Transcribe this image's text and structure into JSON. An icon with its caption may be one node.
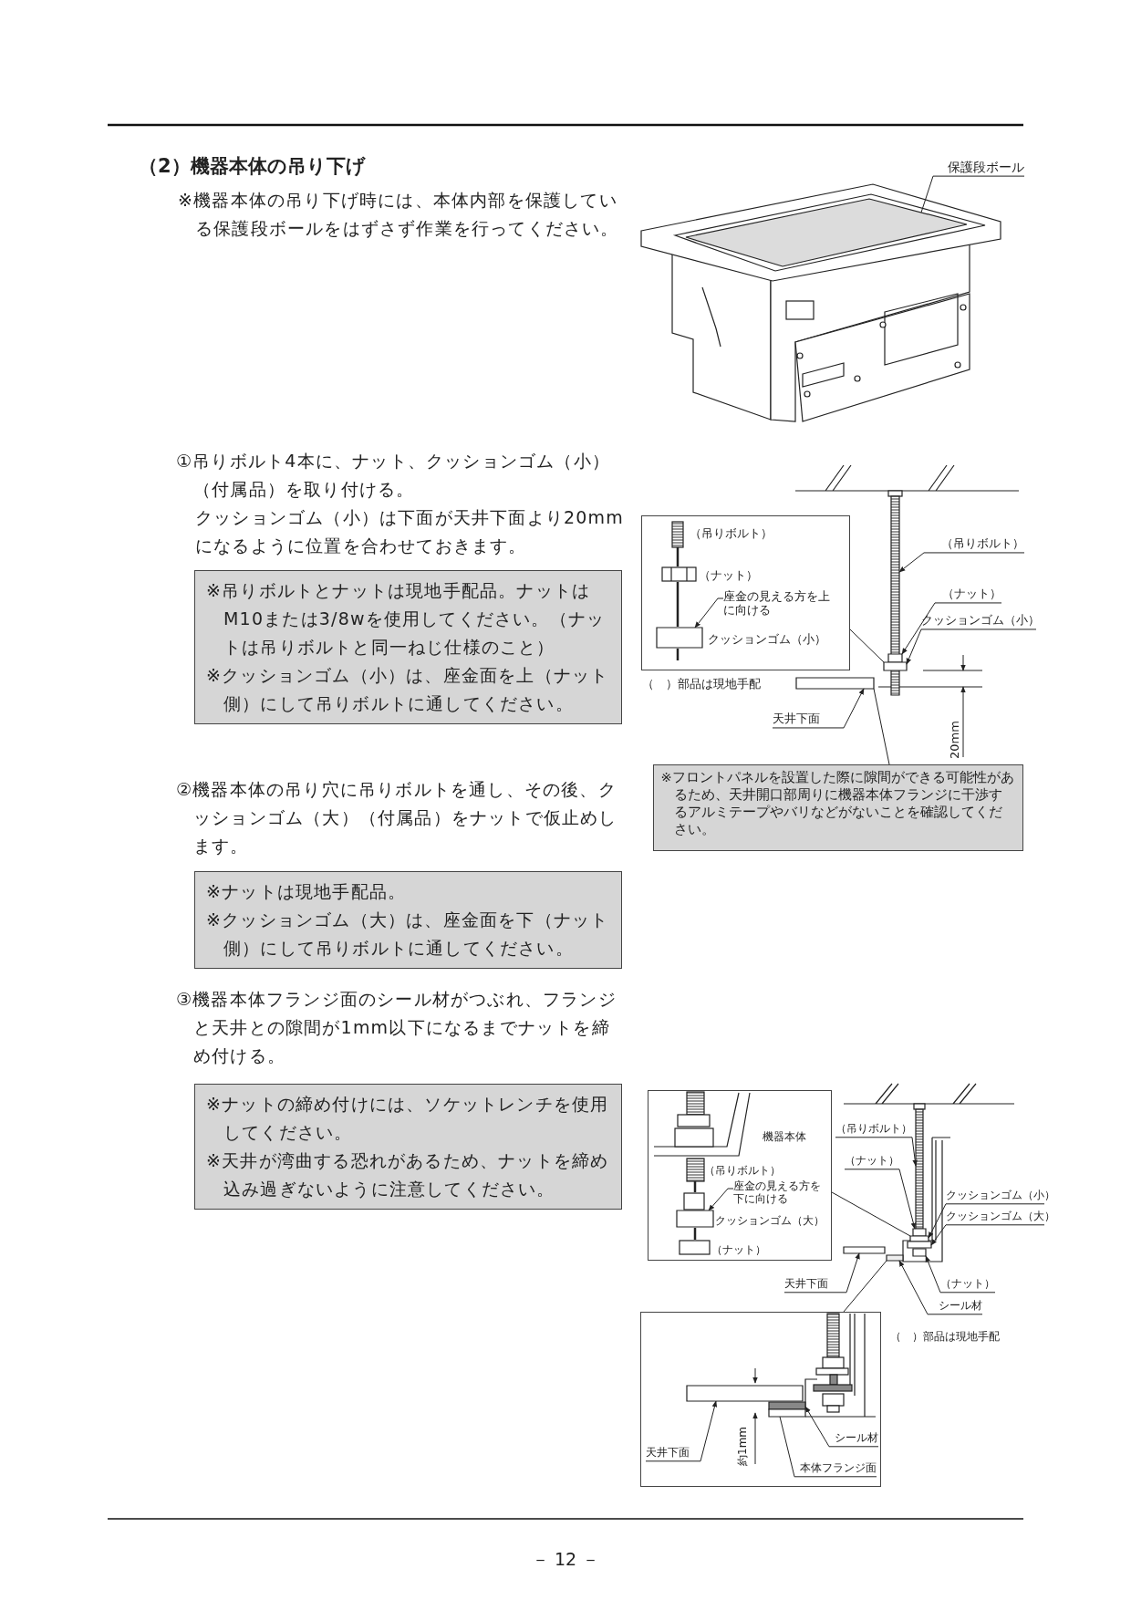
{
  "diagram": {
    "title": "（2）機器本体の吊り下げ",
    "nodes": [
      {
        "text": [
          "保護段ボール"
        ]
      },
      {
        "text": [
          "※吊りボルトとナットは現地手配品。ナットはM10または3/8wを使用してください。（ナットは吊りボルトと同一ねじ仕様のこと）",
          "※クッションゴム（小）は、座金面を上（ナット側）にして吊りボルトに通してください。"
        ]
      },
      {
        "text": [
          "※ナットは現地手配品。",
          "※クッションゴム（大）は、座金面を下（ナット側）にして吊りボルトに通してください。"
        ]
      },
      {
        "text": [
          "※ナットの締め付けには、ソケットレンチを使用してください。",
          "※天井が湾曲する恐れがあるため、ナットを締め込み過ぎないように注意してください。"
        ]
      },
      {
        "text": [],
        "shape": "box"
      },
      {
        "text": [
          "座金の見える方を上に向ける"
        ],
        "in": 4
      },
      {
        "text": [
          "（吊りボルト）"
        ]
      },
      {
        "text": [
          "（ナット）"
        ]
      },
      {
        "text": [
          "クッションゴム（小）"
        ]
      },
      {
        "text": [
          "天井下面"
        ]
      },
      {
        "text": [
          "※フロントパネルを設置した際に隙間ができる可能性があるため、天井開口部周りに機器本体フランジに干渉するアルミテープやバリなどがないことを確認してください。"
        ]
      },
      {
        "text": [],
        "shape": "box"
      },
      {
        "text": [
          "座金の見える方を下に向ける"
        ],
        "in": 11
      },
      {
        "text": [
          "（吊りボルト）"
        ]
      },
      {
        "text": [
          "（ナット）"
        ]
      },
      {
        "text": [
          "クッションゴム（小）"
        ]
      },
      {
        "text": [
          "クッションゴム（大）"
        ]
      },
      {
        "text": [
          "天井下面"
        ]
      },
      {
        "text": [
          "（ナット）"
        ]
      },
      {
        "text": [
          "シール材"
        ]
      },
      {
        "text": [],
        "shape": "box"
      },
      {
        "text": [
          "天井下面"
        ],
        "in": 20
      },
      {
        "text": [
          "シール材"
        ],
        "in": 20
      },
      {
        "text": [
          "本体フランジ面"
        ],
        "in": 20
      },
      {
        "text": [],
        "shape": "box"
      },
      {
        "text": [],
        "shape": "bar"
      },
      {
        "text": [],
        "shape": "box"
      },
      {
        "text": [],
        "shape": "box"
      },
      {
        "text": [],
        "shape": "box"
      },
      {
        "text": [],
        "shape": "box",
        "in": 4
      },
      {
        "text": [],
        "shape": "bar"
      },
      {
        "text": [],
        "shape": "box"
      },
      {
        "text": [],
        "shape": "box"
      },
      {
        "text": [],
        "shape": "box"
      },
      {
        "text": [],
        "shape": "box"
      },
      {
        "text": [],
        "shape": "box"
      },
      {
        "text": [],
        "shape": "box"
      },
      {
        "text": [],
        "shape": "box",
        "in": 11
      },
      {
        "text": [],
        "shape": "box",
        "in": 20
      },
      {
        "text": [],
        "shape": "box",
        "in": 20
      },
      {
        "text": [],
        "shape": "box",
        "in": 20
      }
    ],
    "edges": [
      {
        "from": 0,
        "to": 24,
        "arrow": "none"
      },
      {
        "from": 4,
        "to": 27,
        "arrow": "none"
      },
      {
        "from": 5,
        "to": 29,
        "arrow": "to"
      },
      {
        "from": 6,
        "to": 25,
        "arrow": "to"
      },
      {
        "from": 7,
        "to": 26,
        "arrow": "to"
      },
      {
        "from": 8,
        "to": 27,
        "arrow": "to"
      },
      {
        "from": 9,
        "to": 28,
        "arrow": "to"
      },
      {
        "from": 10,
        "to": 28,
        "arrow": "none"
      },
      {
        "from": 11,
        "to": 32,
        "arrow": "none"
      },
      {
        "from": 12,
        "to": 37,
        "arrow": "to"
      },
      {
        "from": 13,
        "to": 30,
        "arrow": "to"
      },
      {
        "from": 14,
        "to": 31,
        "arrow": "to"
      },
      {
        "from": 15,
        "to": 32,
        "arrow": "to"
      },
      {
        "from": 16,
        "to": 33,
        "arrow": "to"
      },
      {
        "from": 17,
        "to": 34,
        "arrow": "to"
      },
      {
        "from": 18,
        "to": 35,
        "arrow": "to"
      },
      {
        "from": 19,
        "to": 36,
        "arrow": "to"
      },
      {
        "from": 20,
        "to": 36,
        "arrow": "none"
      },
      {
        "from": 21,
        "to": 38,
        "arrow": "to"
      },
      {
        "from": 22,
        "to": 39,
        "arrow": "to"
      },
      {
        "from": 23,
        "to": 40,
        "arrow": "none"
      }
    ],
    "labels": [
      "※機器本体の吊り下げ時には、本体内部を保護している保護段ボールをはずさず作業を行ってください。",
      "①吊りボルト4本に、ナット、クッションゴム（小）（付属品）を取り付ける。",
      "クッションゴム（小）は下面が天井下面より20mmになるように位置を合わせておきます。",
      "②機器本体の吊り穴に吊りボルトを通し、その後、クッションゴム（大）（付属品）をナットで仮止めします。",
      "③機器本体フランジ面のシール材がつぶれ、フランジと天井との隙間が1mm以下になるまでナットを締め付ける。",
      "（吊りボルト）",
      "（ナット）",
      "クッションゴム（小）",
      "（　）部品は現地手配",
      "20mm",
      "機器本体",
      "（吊りボルト）",
      "クッションゴム（大）",
      "（ナット）",
      "（　）部品は現地手配",
      "約1mm",
      "－ 12 －"
    ]
  }
}
